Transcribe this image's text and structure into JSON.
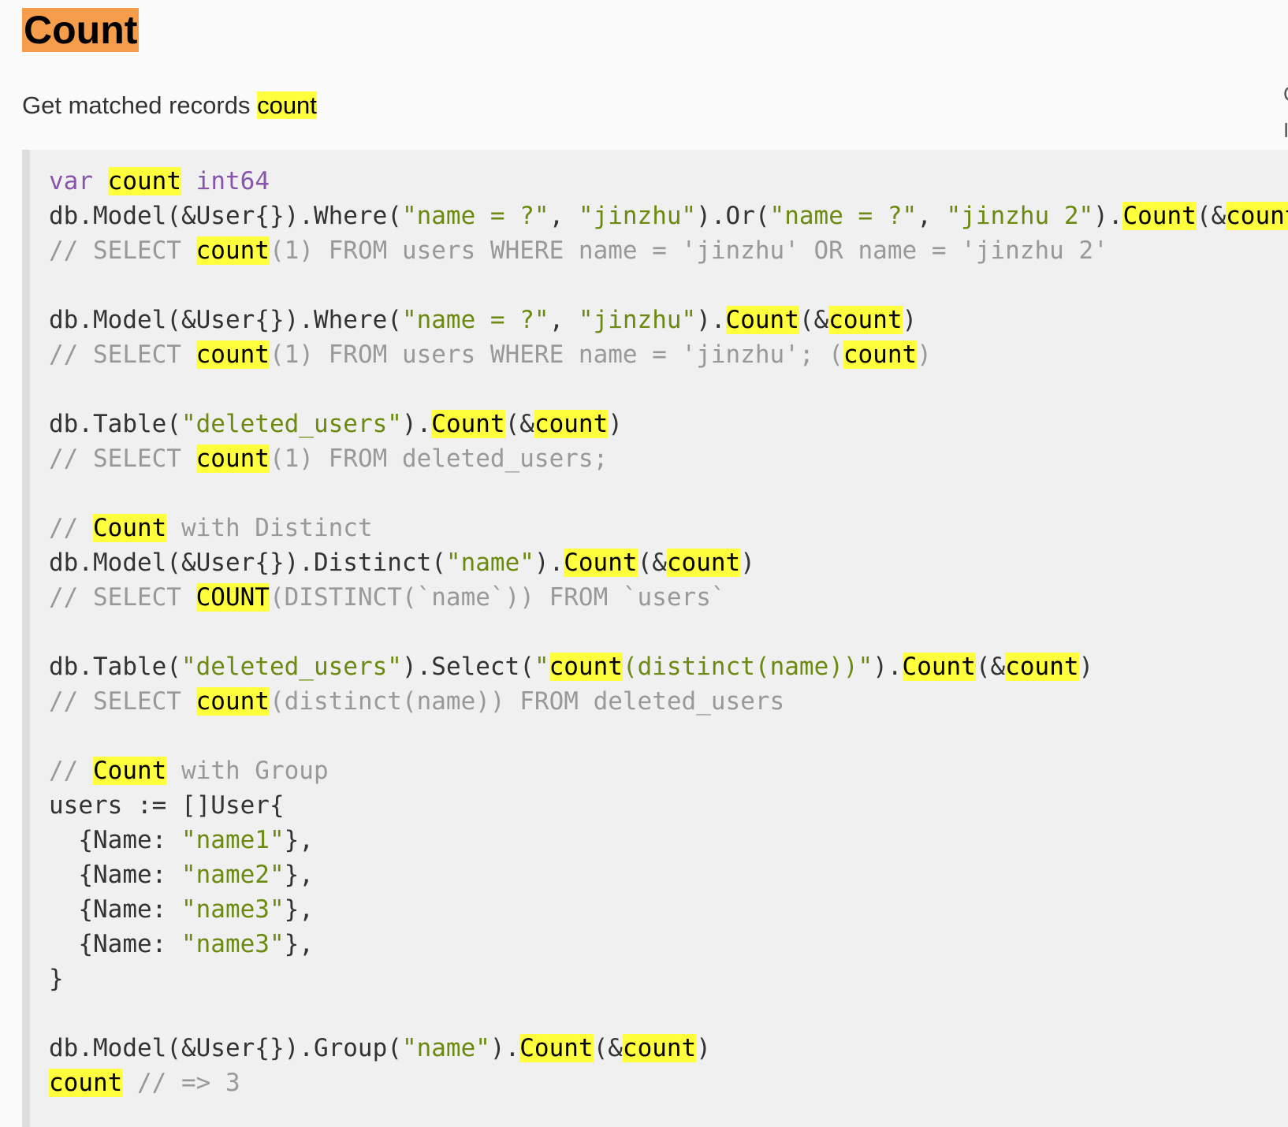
{
  "heading": {
    "text": "Count"
  },
  "description": {
    "before": "Get matched records ",
    "highlight": "count"
  },
  "code": {
    "lines": [
      [
        {
          "t": "var",
          "c": "keyword"
        },
        {
          "t": " ",
          "c": "plain"
        },
        {
          "t": "count",
          "c": "hl"
        },
        {
          "t": " ",
          "c": "plain"
        },
        {
          "t": "int64",
          "c": "keyword"
        }
      ],
      [
        {
          "t": "db.Model(&User{}).Where(",
          "c": "plain"
        },
        {
          "t": "\"name = ?\"",
          "c": "string"
        },
        {
          "t": ", ",
          "c": "plain"
        },
        {
          "t": "\"jinzhu\"",
          "c": "string"
        },
        {
          "t": ").Or(",
          "c": "plain"
        },
        {
          "t": "\"name = ?\"",
          "c": "string"
        },
        {
          "t": ", ",
          "c": "plain"
        },
        {
          "t": "\"jinzhu 2\"",
          "c": "string"
        },
        {
          "t": ").",
          "c": "plain"
        },
        {
          "t": "Count",
          "c": "hl"
        },
        {
          "t": "(&",
          "c": "plain"
        },
        {
          "t": "count",
          "c": "hl"
        },
        {
          "t": ")",
          "c": "plain"
        }
      ],
      [
        {
          "t": "// SELECT ",
          "c": "comment"
        },
        {
          "t": "count",
          "c": "hl"
        },
        {
          "t": "(1) FROM users WHERE name = 'jinzhu' OR name = 'jinzhu 2'",
          "c": "comment"
        }
      ],
      [],
      [
        {
          "t": "db.Model(&User{}).Where(",
          "c": "plain"
        },
        {
          "t": "\"name = ?\"",
          "c": "string"
        },
        {
          "t": ", ",
          "c": "plain"
        },
        {
          "t": "\"jinzhu\"",
          "c": "string"
        },
        {
          "t": ").",
          "c": "plain"
        },
        {
          "t": "Count",
          "c": "hl"
        },
        {
          "t": "(&",
          "c": "plain"
        },
        {
          "t": "count",
          "c": "hl"
        },
        {
          "t": ")",
          "c": "plain"
        }
      ],
      [
        {
          "t": "// SELECT ",
          "c": "comment"
        },
        {
          "t": "count",
          "c": "hl"
        },
        {
          "t": "(1) FROM users WHERE name = 'jinzhu'; (",
          "c": "comment"
        },
        {
          "t": "count",
          "c": "hl"
        },
        {
          "t": ")",
          "c": "comment"
        }
      ],
      [],
      [
        {
          "t": "db.Table(",
          "c": "plain"
        },
        {
          "t": "\"deleted_users\"",
          "c": "string"
        },
        {
          "t": ").",
          "c": "plain"
        },
        {
          "t": "Count",
          "c": "hl"
        },
        {
          "t": "(&",
          "c": "plain"
        },
        {
          "t": "count",
          "c": "hl"
        },
        {
          "t": ")",
          "c": "plain"
        }
      ],
      [
        {
          "t": "// SELECT ",
          "c": "comment"
        },
        {
          "t": "count",
          "c": "hl"
        },
        {
          "t": "(1) FROM deleted_users;",
          "c": "comment"
        }
      ],
      [],
      [
        {
          "t": "// ",
          "c": "comment"
        },
        {
          "t": "Count",
          "c": "hl"
        },
        {
          "t": " with Distinct",
          "c": "comment"
        }
      ],
      [
        {
          "t": "db.Model(&User{}).Distinct(",
          "c": "plain"
        },
        {
          "t": "\"name\"",
          "c": "string"
        },
        {
          "t": ").",
          "c": "plain"
        },
        {
          "t": "Count",
          "c": "hl"
        },
        {
          "t": "(&",
          "c": "plain"
        },
        {
          "t": "count",
          "c": "hl"
        },
        {
          "t": ")",
          "c": "plain"
        }
      ],
      [
        {
          "t": "// SELECT ",
          "c": "comment"
        },
        {
          "t": "COUNT",
          "c": "hl"
        },
        {
          "t": "(DISTINCT(`name`)) FROM `users`",
          "c": "comment"
        }
      ],
      [],
      [
        {
          "t": "db.Table(",
          "c": "plain"
        },
        {
          "t": "\"deleted_users\"",
          "c": "string"
        },
        {
          "t": ").Select(",
          "c": "plain"
        },
        {
          "t": "\"",
          "c": "string"
        },
        {
          "t": "count",
          "c": "hl"
        },
        {
          "t": "(distinct(name))\"",
          "c": "string"
        },
        {
          "t": ").",
          "c": "plain"
        },
        {
          "t": "Count",
          "c": "hl"
        },
        {
          "t": "(&",
          "c": "plain"
        },
        {
          "t": "count",
          "c": "hl"
        },
        {
          "t": ")",
          "c": "plain"
        }
      ],
      [
        {
          "t": "// SELECT ",
          "c": "comment"
        },
        {
          "t": "count",
          "c": "hl"
        },
        {
          "t": "(distinct(name)) FROM deleted_users",
          "c": "comment"
        }
      ],
      [],
      [
        {
          "t": "// ",
          "c": "comment"
        },
        {
          "t": "Count",
          "c": "hl"
        },
        {
          "t": " with Group",
          "c": "comment"
        }
      ],
      [
        {
          "t": "users := []User{",
          "c": "plain"
        }
      ],
      [
        {
          "t": "  {Name: ",
          "c": "plain"
        },
        {
          "t": "\"name1\"",
          "c": "string"
        },
        {
          "t": "},",
          "c": "plain"
        }
      ],
      [
        {
          "t": "  {Name: ",
          "c": "plain"
        },
        {
          "t": "\"name2\"",
          "c": "string"
        },
        {
          "t": "},",
          "c": "plain"
        }
      ],
      [
        {
          "t": "  {Name: ",
          "c": "plain"
        },
        {
          "t": "\"name3\"",
          "c": "string"
        },
        {
          "t": "},",
          "c": "plain"
        }
      ],
      [
        {
          "t": "  {Name: ",
          "c": "plain"
        },
        {
          "t": "\"name3\"",
          "c": "string"
        },
        {
          "t": "},",
          "c": "plain"
        }
      ],
      [
        {
          "t": "}",
          "c": "plain"
        }
      ],
      [],
      [
        {
          "t": "db.Model(&User{}).Group(",
          "c": "plain"
        },
        {
          "t": "\"name\"",
          "c": "string"
        },
        {
          "t": ").",
          "c": "plain"
        },
        {
          "t": "Count",
          "c": "hl"
        },
        {
          "t": "(&",
          "c": "plain"
        },
        {
          "t": "count",
          "c": "hl"
        },
        {
          "t": ")",
          "c": "plain"
        }
      ],
      [
        {
          "t": "count",
          "c": "hl"
        },
        {
          "t": " ",
          "c": "plain"
        },
        {
          "t": "// => 3",
          "c": "comment"
        }
      ]
    ]
  },
  "colors": {
    "current_match": "#f59d4b",
    "match": "#ffff3d",
    "keyword": "#8855aa",
    "string": "#6b8a10",
    "comment": "#999999",
    "code_background": "#f0f0f0"
  }
}
